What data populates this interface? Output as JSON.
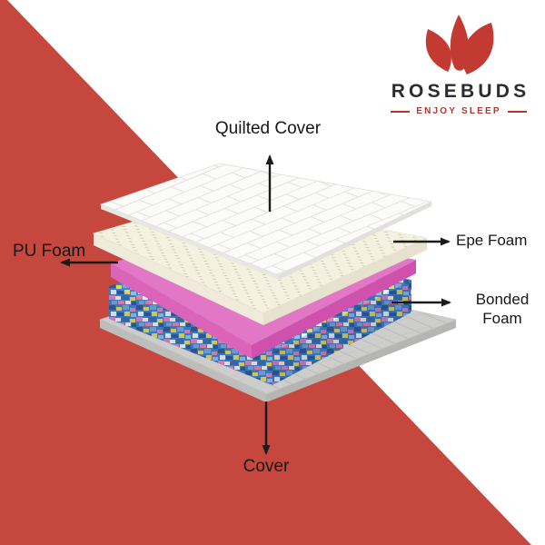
{
  "brand": {
    "name": "ROSEBUDS",
    "tagline": "ENJOY SLEEP"
  },
  "diagram": {
    "labels": {
      "quilted_cover": "Quilted Cover",
      "pu_foam": "PU Foam",
      "epe_foam": "Epe Foam",
      "bonded_foam": "Bonded Foam",
      "cover": "Cover"
    }
  },
  "colors": {
    "background_red": "#c5473d",
    "flower_red": "#c23a31",
    "brand_text": "#2b2b33",
    "tagline_red": "#a93a31",
    "label_text": "#161616",
    "arrow": "#1b1b1b",
    "quilted_white": "#fbfbfa",
    "epe_foam_cream": "#f4f1e1",
    "pu_foam_pink": "#e277c6",
    "bonded_foam_blue": "#4183c4",
    "cover_gray": "#cdcdcb"
  }
}
